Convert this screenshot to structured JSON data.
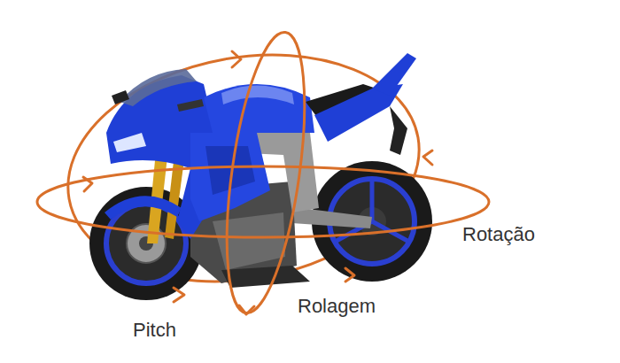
{
  "diagram": {
    "labels": [
      "Pitch",
      "Rolagem",
      "Rotação"
    ]
  }
}
